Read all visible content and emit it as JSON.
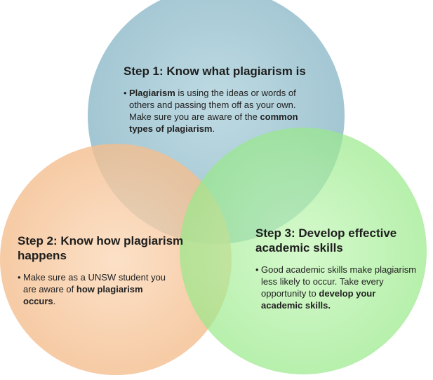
{
  "diagram": {
    "circles": [
      {
        "id": "step1",
        "fill": "#9fc5d2",
        "title": "Step 1: Know what plagiarism is",
        "body": {
          "bullet": "•",
          "segments": [
            {
              "text": "Plagiarism",
              "bold": true
            },
            {
              "text": " is using the ideas or words of others and passing them off as your own. Make sure you are aware of the ",
              "bold": false
            },
            {
              "text": "common types of plagiarism",
              "bold": true
            },
            {
              "text": ".",
              "bold": false
            }
          ]
        }
      },
      {
        "id": "step2",
        "fill": "#f7c9a1",
        "title": "Step 2: Know how plagiarism happens",
        "body": {
          "bullet": "•",
          "segments": [
            {
              "text": "Make sure as a UNSW student you are aware of ",
              "bold": false
            },
            {
              "text": "how plagiarism occurs",
              "bold": true
            },
            {
              "text": ".",
              "bold": false
            }
          ]
        }
      },
      {
        "id": "step3",
        "fill": "#aef0a2",
        "title": "Step 3: Develop effective academic skills",
        "body": {
          "bullet": "•",
          "segments": [
            {
              "text": "Good academic skills make plagiarism less likely to occur. Take every opportunity to ",
              "bold": false
            },
            {
              "text": "develop your academic skills.",
              "bold": true
            }
          ]
        }
      }
    ]
  }
}
